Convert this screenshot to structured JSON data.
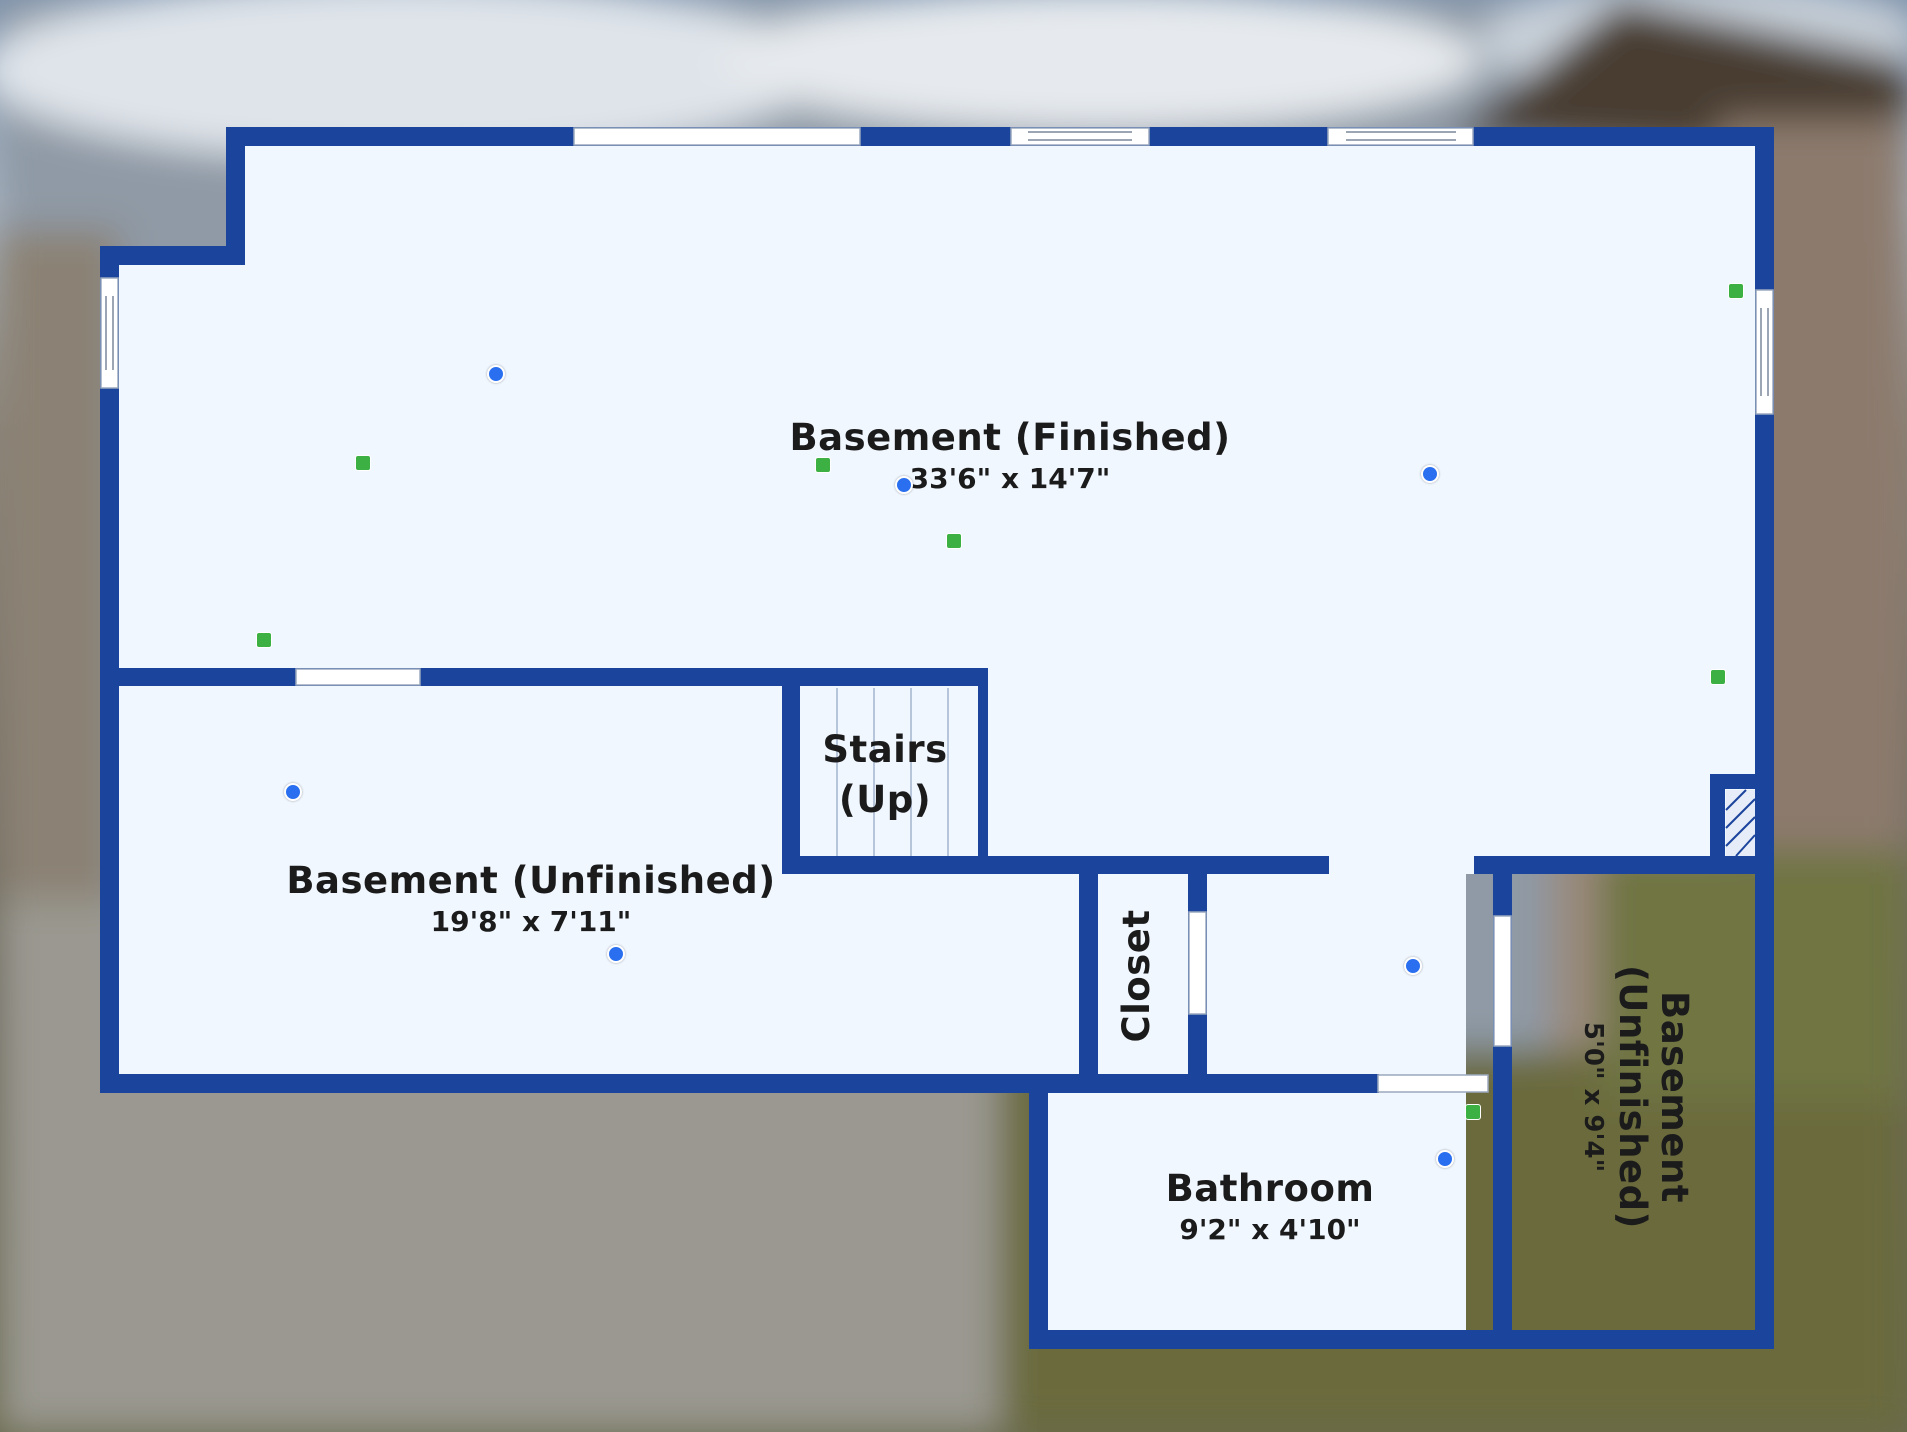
{
  "colors": {
    "wall": "#1b449c",
    "floor": "#f1f7ff",
    "photo_marker": "#3cb043",
    "tour_marker": "#2a6ff0",
    "text": "#1b1b1b"
  },
  "rooms": {
    "basement_finished": {
      "name": "Basement (Finished)",
      "dims": "33'6\" x 14'7\""
    },
    "stairs": {
      "name_line1": "Stairs",
      "name_line2": "(Up)"
    },
    "basement_unfinished": {
      "name": "Basement (Unfinished)",
      "dims": "19'8\" x 7'11\""
    },
    "closet": {
      "name": "Closet"
    },
    "bathroom": {
      "name": "Bathroom",
      "dims": "9'2\" x 4'10\""
    },
    "basement_unfinished_small": {
      "name_line1": "Basement",
      "name_line2": "(Unfinished)",
      "dims": "5'0\" x 9'4\""
    }
  },
  "marker_types": {
    "photo": "photo-marker",
    "tour": "tour-marker"
  }
}
